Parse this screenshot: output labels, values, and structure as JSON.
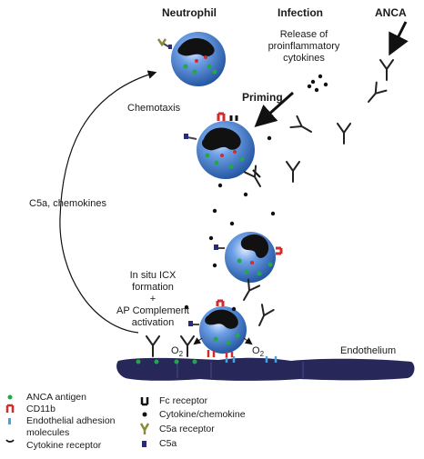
{
  "headers": {
    "neutrophil": "Neutrophil",
    "infection": "Infection",
    "anca": "ANCA"
  },
  "labels": {
    "release_line1": "Release of",
    "release_line2": "proinflammatory",
    "release_line3": "cytokines",
    "priming": "Priming",
    "chemotaxis": "Chemotaxis",
    "c5a_chemokines": "C5a, chemokines",
    "icx_line1": "In situ ICX",
    "icx_line2": "formation",
    "icx_line3": "+",
    "icx_line4": "AP Complement",
    "icx_line5": "activation",
    "o2_left": "O",
    "o2_right": "O",
    "o2_sub": "2",
    "endothelium": "Endothelium"
  },
  "legend": {
    "anca_antigen": "ANCA antigen",
    "cd11b": "CD11b",
    "adhesion_line1": "Endothelial adhesion",
    "adhesion_line2": "molecules",
    "cytokine_receptor": "Cytokine receptor",
    "fc_receptor": "Fc receptor",
    "cytokine_chemokine": "Cytokine/chemokine",
    "c5a_receptor": "C5a receptor",
    "c5a": "C5a"
  },
  "colors": {
    "cell_blue": "#2f6fc4",
    "nucleus": "#111111",
    "anca_antigen": "#22a84a",
    "cd11b": "#d42a2a",
    "adhesion": "#4aa0dc",
    "c5a_receptor": "#8a8a3a",
    "c5a": "#2a2a7a",
    "endothelium": "#2a2a58"
  }
}
